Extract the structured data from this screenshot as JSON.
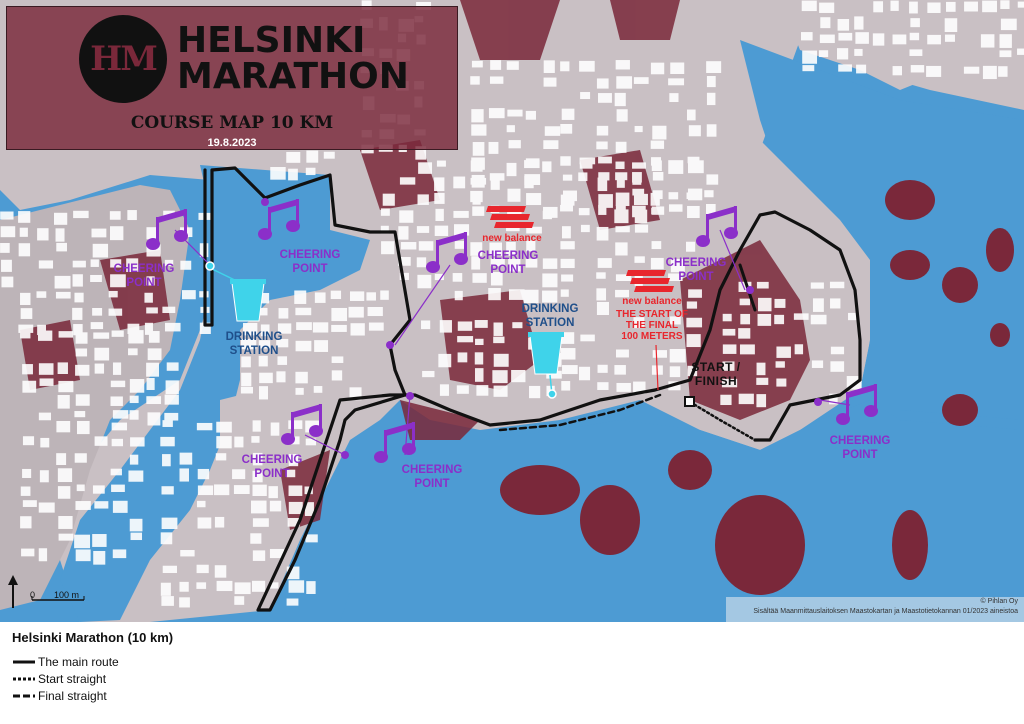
{
  "header": {
    "logo_initials": "HM",
    "brand_line_1": "HELSINKI",
    "brand_line_2": "MARATHON",
    "course_title": "COURSE MAP 10 KM",
    "date": "19.8.2023"
  },
  "labels": {
    "cheering_point_line1": "CHEERING",
    "cheering_point_line2": "POINT",
    "drinking_station_line1": "DRINKING",
    "drinking_station_line2": "STATION",
    "sponsor": "new balance",
    "final_line1": "THE START OF",
    "final_line2": "THE FINAL",
    "final_line3": "100 METERS",
    "start_line1": "START /",
    "start_line2": "FINISH"
  },
  "credits": {
    "line1": "© Pihlan Oy",
    "line2": "Sisältää Maanmittauslaitoksen Maastokartan ja Maastotietokannan 01/2023 aineistoa"
  },
  "scale": {
    "zero": "0",
    "distance": "100 m"
  },
  "legend": {
    "title": "Helsinki Marathon (10 km)",
    "items": [
      {
        "label": "The main route",
        "style": "solid"
      },
      {
        "label": "Start straight",
        "style": "dotted"
      },
      {
        "label": "Final straight",
        "style": "dashed"
      }
    ]
  },
  "colors": {
    "water": "#4d9bd3",
    "land": "#c9c0c4",
    "park": "#7a283a",
    "route": "#111111",
    "cheering": "#8b2fc9",
    "drinking": "#3fd3ea",
    "sponsor": "#e8262d"
  }
}
